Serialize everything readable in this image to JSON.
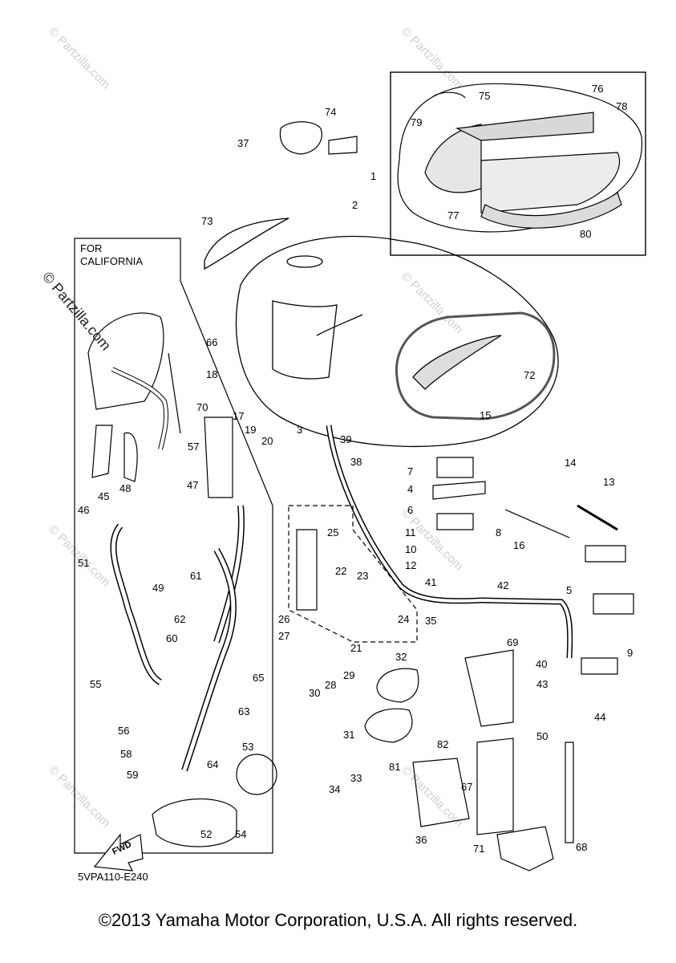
{
  "diagram": {
    "california_box_label": [
      "FOR",
      "CALIFORNIA"
    ],
    "fwd_arrow_text": "FWD",
    "diagram_code": "5VPA110-E240",
    "watermark_text": "© Partzilla.com",
    "part_numbers": [
      "1",
      "2",
      "3",
      "4",
      "5",
      "6",
      "7",
      "8",
      "9",
      "10",
      "11",
      "12",
      "13",
      "14",
      "15",
      "16",
      "17",
      "18",
      "19",
      "20",
      "21",
      "22",
      "23",
      "24",
      "25",
      "26",
      "27",
      "28",
      "29",
      "30",
      "31",
      "32",
      "33",
      "34",
      "35",
      "36",
      "37",
      "38",
      "39",
      "40",
      "41",
      "42",
      "43",
      "44",
      "45",
      "46",
      "47",
      "48",
      "49",
      "50",
      "51",
      "52",
      "53",
      "54",
      "55",
      "56",
      "57",
      "58",
      "59",
      "60",
      "61",
      "62",
      "63",
      "64",
      "65",
      "66",
      "67",
      "68",
      "69",
      "70",
      "71",
      "72",
      "73",
      "74",
      "75",
      "76",
      "77",
      "78",
      "79",
      "80",
      "81",
      "82"
    ]
  },
  "footer": {
    "copyright": "©2013 Yamaha Motor Corporation, U.S.A. All rights reserved."
  }
}
